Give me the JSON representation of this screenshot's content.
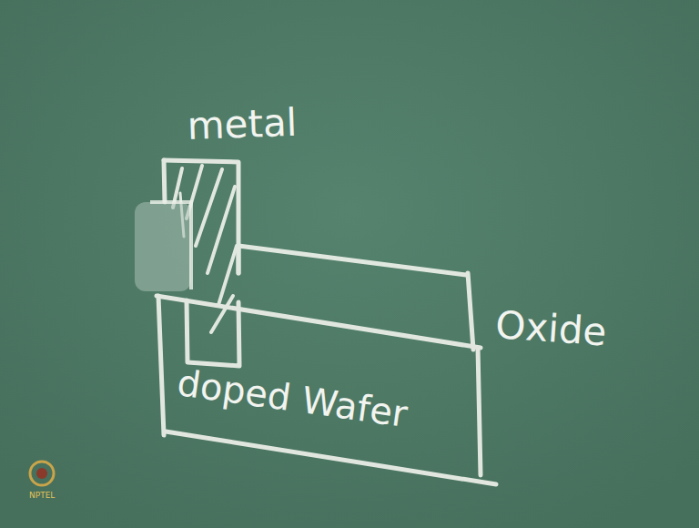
{
  "diagram": {
    "nodes": [
      {
        "text": [
          "doped Wafer"
        ]
      }
    ],
    "labels": [
      "metal",
      "Oxide",
      "NPTEL"
    ]
  }
}
